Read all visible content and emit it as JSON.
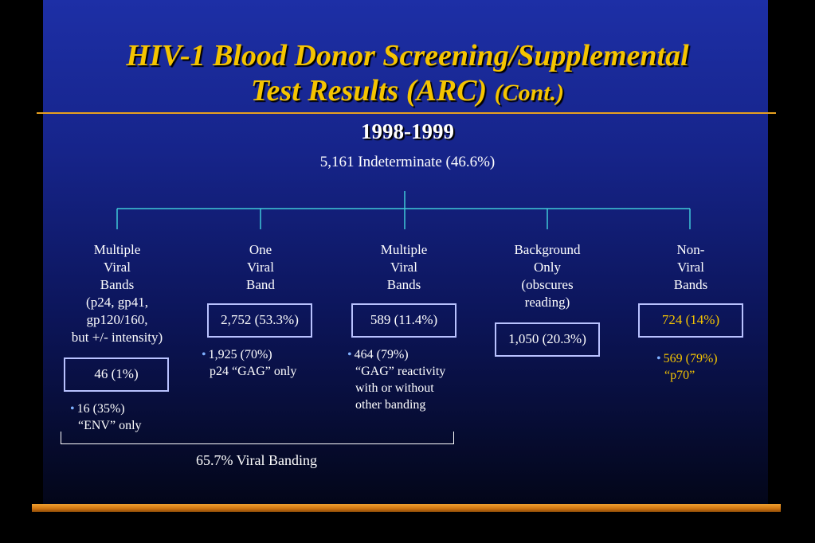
{
  "title": {
    "line1": "HIV-1 Blood Donor Screening/Supplemental",
    "line2_main": "Test Results (ARC)",
    "line2_cont": "(Cont.)"
  },
  "subtitle": "1998-1999",
  "root": "5,161 Indeterminate (46.6%)",
  "branches": [
    {
      "label_lines": [
        "Multiple",
        "Viral",
        "Bands",
        "(p24, gp41,",
        "gp120/160,",
        "but +/- intensity)"
      ],
      "count": "46 (1%)",
      "note_lines": [
        "16 (35%)",
        "“ENV” only"
      ]
    },
    {
      "label_lines": [
        "One",
        "Viral",
        "Band"
      ],
      "count": "2,752 (53.3%)",
      "note_lines": [
        "1,925 (70%)",
        "p24 “GAG” only"
      ]
    },
    {
      "label_lines": [
        "Multiple",
        "Viral",
        "Bands"
      ],
      "count": "589 (11.4%)",
      "note_lines": [
        "464 (79%)",
        "“GAG” reactivity",
        "with or without",
        "other banding"
      ]
    },
    {
      "label_lines": [
        "Background",
        "Only",
        "(obscures",
        "reading)"
      ],
      "count": "1,050 (20.3%)",
      "note_lines": []
    },
    {
      "label_lines": [
        "Non-",
        "Viral",
        "Bands"
      ],
      "count": "724 (14%)",
      "note_lines": [
        "569 (79%)",
        "“p70”"
      ]
    }
  ],
  "bracket_label": "65.7% Viral Banding",
  "colors": {
    "title": "#f5c400",
    "connector": "#40c8d8",
    "box_border": "#b9c2ff",
    "bullet": "#7fb0ff",
    "accent_rule": "#e8a020",
    "highlight_text": "#f5c400"
  }
}
